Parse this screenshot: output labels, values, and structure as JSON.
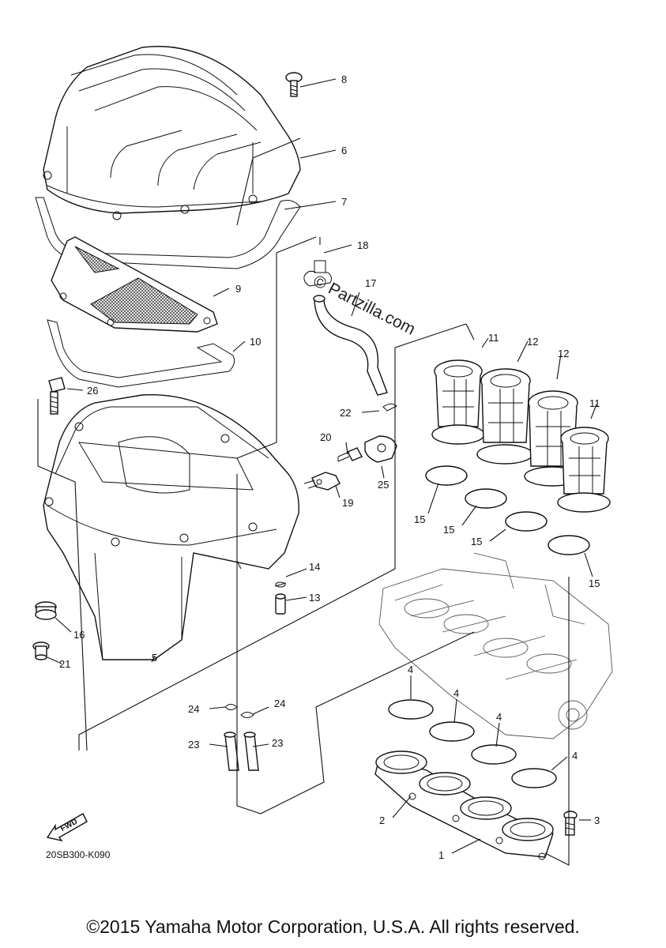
{
  "diagram": {
    "code": "20SB300-K090",
    "watermark": "© Partzilla.com",
    "fwd_label": "FWD",
    "copyright": "©2015 Yamaha Motor Corporation, U.S.A. All rights reserved."
  },
  "callouts": [
    "8",
    "6",
    "7",
    "18",
    "17",
    "9",
    "10",
    "26",
    "11",
    "12",
    "12",
    "11",
    "22",
    "20",
    "25",
    "19",
    "15",
    "15",
    "15",
    "15",
    "14",
    "13",
    "16",
    "5",
    "21",
    "4",
    "4",
    "4",
    "4",
    "24",
    "24",
    "23",
    "23",
    "2",
    "3",
    "1"
  ],
  "colors": {
    "ink": "#111111",
    "paper": "#ffffff"
  }
}
